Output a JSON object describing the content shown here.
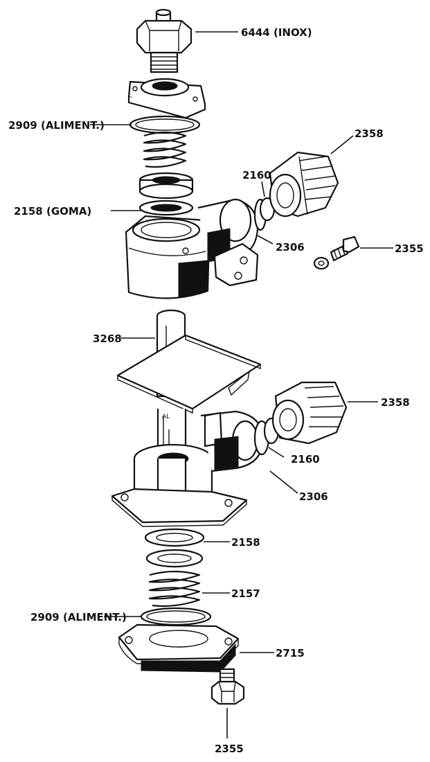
{
  "labels": {
    "l6444": "6444 (INOX)",
    "l2909_top": "2909 (ALIMENT.)",
    "l2358_top": "2358",
    "l2160_top": "2160",
    "l2158_goma": "2158 (GOMA)",
    "l2306_top": "2306",
    "l2355_right": "2355",
    "l3268": "3268",
    "l2358_mid": "2358",
    "l2160_mid": "2160",
    "l2306_mid": "2306",
    "l2158": "2158",
    "l2157": "2157",
    "l2909_bottom": "2909 (ALIMENT.)",
    "l2715": "2715",
    "l2355_bottom": "2355"
  }
}
